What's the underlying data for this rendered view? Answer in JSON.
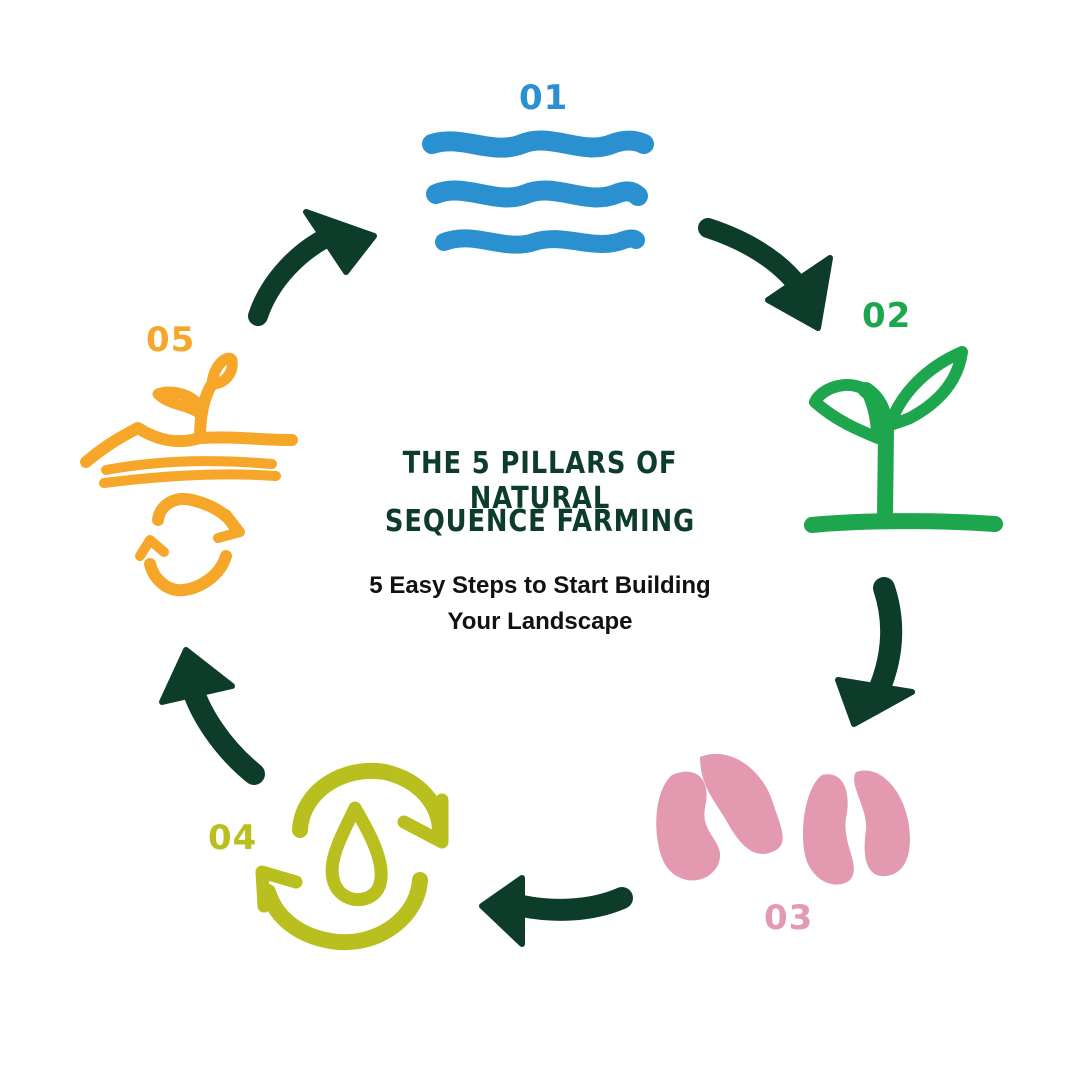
{
  "title": {
    "line1": "THE 5 PILLARS OF NATURAL",
    "line2": "SEQUENCE FARMING"
  },
  "subtitle": {
    "line1": "5 Easy Steps to Start Building",
    "line2": "Your Landscape"
  },
  "steps": [
    {
      "number": "01",
      "icon": "water-waves-icon",
      "color": "#2a90cf"
    },
    {
      "number": "02",
      "icon": "sprout-icon",
      "color": "#1ea64e"
    },
    {
      "number": "03",
      "icon": "seeds-icon",
      "color": "#e39ab0"
    },
    {
      "number": "04",
      "icon": "water-cycle-icon",
      "color": "#b8bf1e"
    },
    {
      "number": "05",
      "icon": "seedling-cycle-icon",
      "color": "#f6a72a"
    }
  ],
  "arrow_color": "#0d3d2a"
}
